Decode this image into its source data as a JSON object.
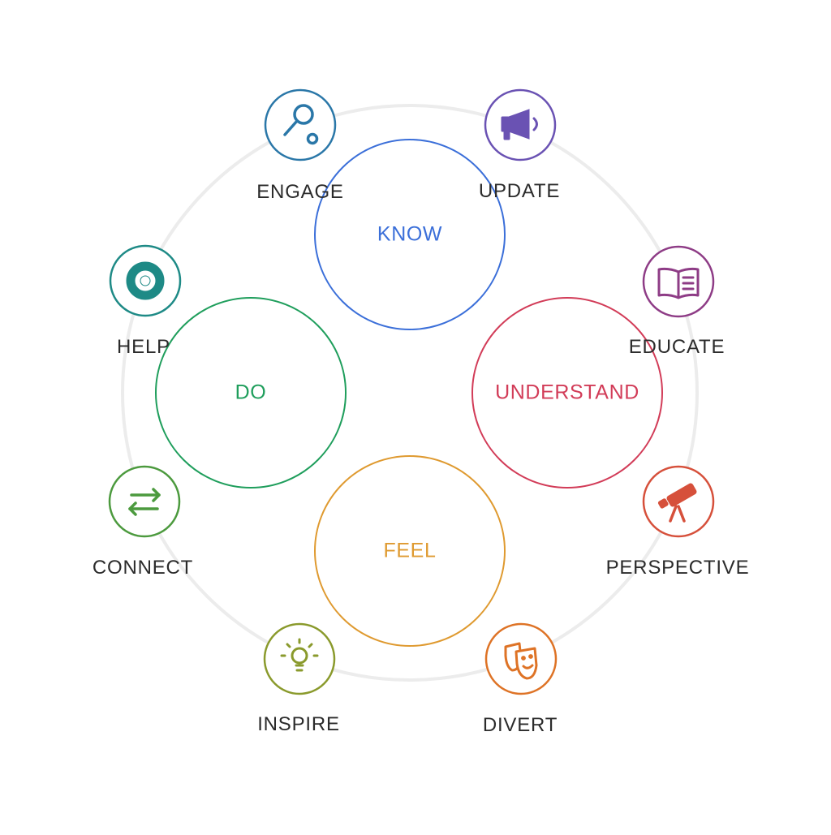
{
  "diagram": {
    "cores": [
      {
        "id": "know",
        "label": "KNOW",
        "color": "#3b6fd9"
      },
      {
        "id": "understand",
        "label": "UNDERSTAND",
        "color": "#d23c58"
      },
      {
        "id": "feel",
        "label": "FEEL",
        "color": "#df9a30"
      },
      {
        "id": "do",
        "label": "DO",
        "color": "#1f9e5c"
      }
    ],
    "capabilities": [
      {
        "id": "engage",
        "label": "ENGAGE",
        "icon": "racket-icon",
        "color": "#2a77a8"
      },
      {
        "id": "update",
        "label": "UPDATE",
        "icon": "megaphone-icon",
        "color": "#6a52b3"
      },
      {
        "id": "educate",
        "label": "EDUCATE",
        "icon": "book-icon",
        "color": "#8e3c86"
      },
      {
        "id": "perspective",
        "label": "PERSPECTIVE",
        "icon": "telescope-icon",
        "color": "#d6503b"
      },
      {
        "id": "divert",
        "label": "DIVERT",
        "icon": "theater-masks-icon",
        "color": "#de7326"
      },
      {
        "id": "inspire",
        "label": "INSPIRE",
        "icon": "lightbulb-icon",
        "color": "#8a9a2c"
      },
      {
        "id": "connect",
        "label": "CONNECT",
        "icon": "swap-arrows-icon",
        "color": "#4c9a3e"
      },
      {
        "id": "help",
        "label": "HELP",
        "icon": "lifebuoy-icon",
        "color": "#1e8a86"
      }
    ],
    "ring_color": "#ececec"
  }
}
